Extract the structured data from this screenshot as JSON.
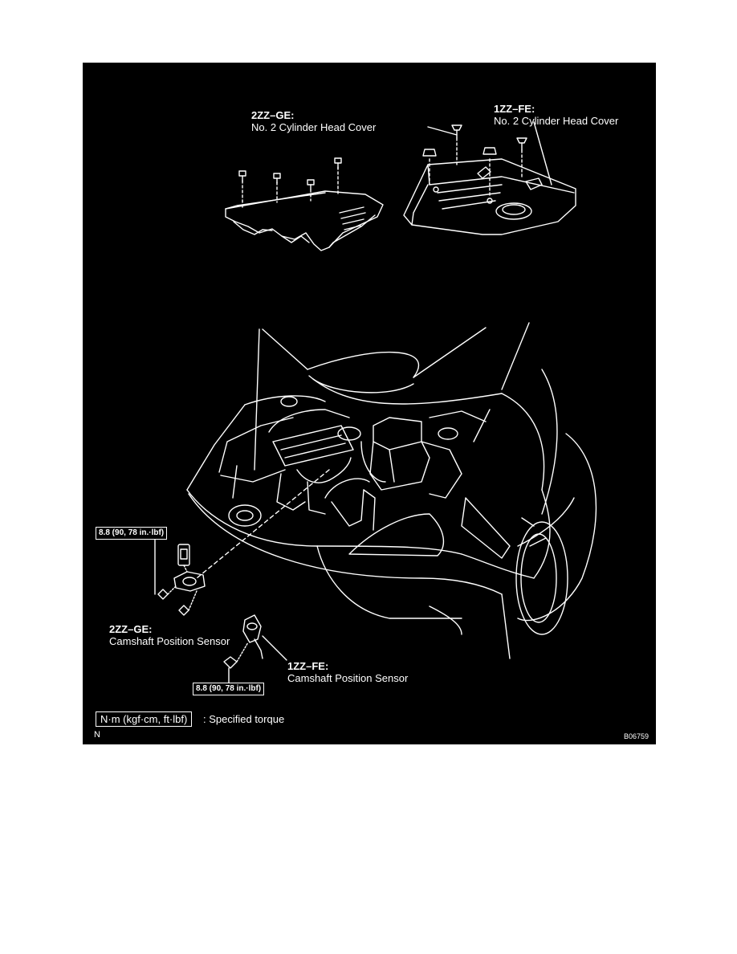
{
  "labels": {
    "head_cover_2zz_code": "2ZZ–GE:",
    "head_cover_2zz_name": "No. 2 Cylinder Head Cover",
    "head_cover_1zz_code": "1ZZ–FE:",
    "head_cover_1zz_name": "No. 2 Cylinder Head Cover",
    "cam_sensor_2zz_code": "2ZZ–GE:",
    "cam_sensor_2zz_name": "Camshaft Position Sensor",
    "cam_sensor_1zz_code": "1ZZ–FE:",
    "cam_sensor_1zz_name": "Camshaft Position Sensor"
  },
  "torque": {
    "upper": "8.8 (90, 78 in.·lbf)",
    "lower": "8.8 (90, 78 in.·lbf)"
  },
  "legend": {
    "unit_box": "N·m (kgf·cm, ft·lbf)",
    "description": ": Specified torque"
  },
  "corner": {
    "left": "N",
    "figure_id": "B06759"
  },
  "colors": {
    "background": "#000000",
    "line": "#ffffff",
    "page": "#ffffff"
  }
}
